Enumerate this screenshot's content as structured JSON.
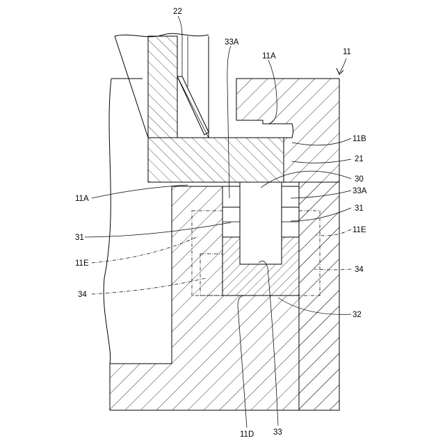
{
  "labels": {
    "part_22": "22",
    "part_33A_top": "33A",
    "part_11A_top": "11A",
    "part_11": "11",
    "part_11B": "11B",
    "part_21": "21",
    "part_30": "30",
    "part_33A_right": "33A",
    "part_31_right": "31",
    "part_11E_right": "11E",
    "part_34_right": "34",
    "part_32": "32",
    "part_11A_left": "11A",
    "part_31_left": "31",
    "part_11E_left": "11E",
    "part_34_left": "34",
    "part_11D": "11D",
    "part_33_bottom": "33"
  }
}
